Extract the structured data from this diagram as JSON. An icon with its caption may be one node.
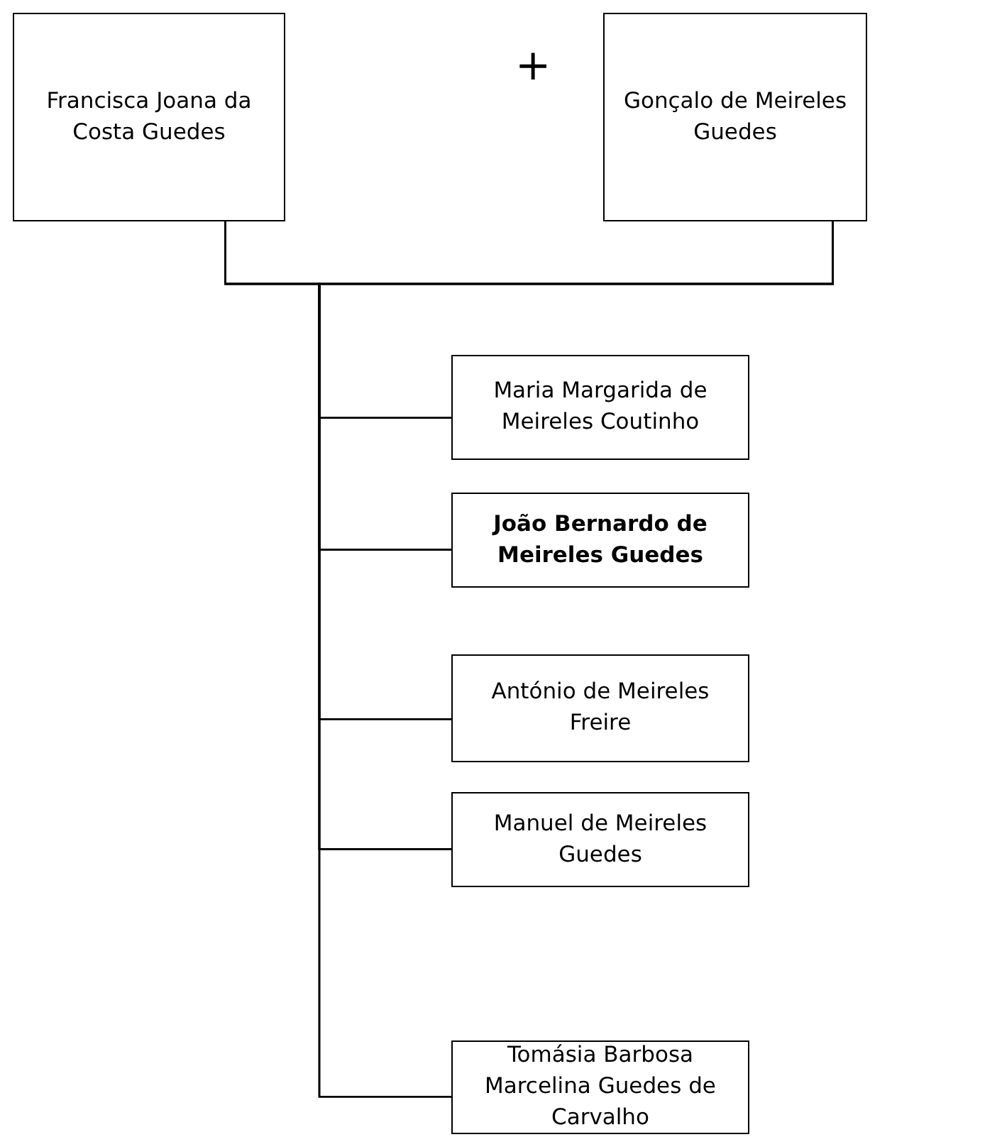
{
  "diagram": {
    "nodes": [
      {
        "text": [
          "Francisca Joana da Costa Guedes"
        ]
      },
      {
        "text": [
          "Gonçalo de Meireles Guedes"
        ]
      },
      {
        "text": [
          "Maria Margarida de Meireles Coutinho"
        ]
      },
      {
        "text": [
          "João Bernardo de Meireles Guedes"
        ]
      },
      {
        "text": [
          "António de Meireles Freire"
        ]
      },
      {
        "text": [
          "Manuel de Meireles Guedes"
        ]
      },
      {
        "text": [
          "Tomásia Barbosa Marcelina Guedes de Carvalho"
        ]
      }
    ],
    "edges": [
      {
        "from": 0,
        "to": 2,
        "arrow": "none"
      },
      {
        "from": 0,
        "to": 3,
        "arrow": "none"
      },
      {
        "from": 0,
        "to": 4,
        "arrow": "none"
      },
      {
        "from": 0,
        "to": 5,
        "arrow": "none"
      },
      {
        "from": 0,
        "to": 6,
        "arrow": "none"
      },
      {
        "from": 1,
        "to": 2,
        "arrow": "none"
      },
      {
        "from": 1,
        "to": 3,
        "arrow": "none"
      },
      {
        "from": 1,
        "to": 4,
        "arrow": "none"
      },
      {
        "from": 1,
        "to": 5,
        "arrow": "none"
      },
      {
        "from": 1,
        "to": 6,
        "arrow": "none"
      }
    ],
    "labels": [
      "+"
    ]
  }
}
